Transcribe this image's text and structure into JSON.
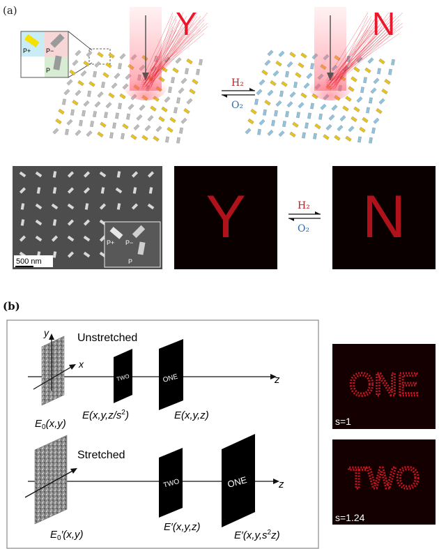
{
  "panel_a": {
    "label": "(a)",
    "inset_labels": {
      "p_plus": "P+",
      "p_minus": "P−",
      "p": "P"
    },
    "letter_left": "Y",
    "letter_right": "N",
    "gas_top": "H₂",
    "gas_bottom": "O₂",
    "sem_inset_labels": {
      "p_plus": "P+",
      "p_minus": "P−",
      "p": "P"
    },
    "scale_bar": "500 nm",
    "image_left_letter": "Y",
    "image_right_letter": "N",
    "colors": {
      "hydride": "#e8c21e",
      "metal": "#bdbdbd",
      "oxide": "#8fc3e0",
      "red": "#e8192c"
    }
  },
  "panel_b": {
    "label": "(b)",
    "axis_y": "y",
    "axis_x": "x",
    "axis_z": "z",
    "title_unstretched": "Unstretched",
    "title_stretched": "Stretched",
    "plane_two": "TWO",
    "plane_one": "ONE",
    "label_e0": "E₀(x,y)",
    "label_e_two": "E(x,y,z/s²)",
    "label_e_one": "E(x,y,z)",
    "label_e0_prime": "E₀′(x,y)",
    "label_eprime_two": "E′(x,y,z)",
    "label_eprime_one": "E′(x,y,s²z)",
    "image_top_text": "ONE",
    "image_top_s": "s=1",
    "image_bottom_text": "TWO",
    "image_bottom_s": "s=1.24"
  }
}
